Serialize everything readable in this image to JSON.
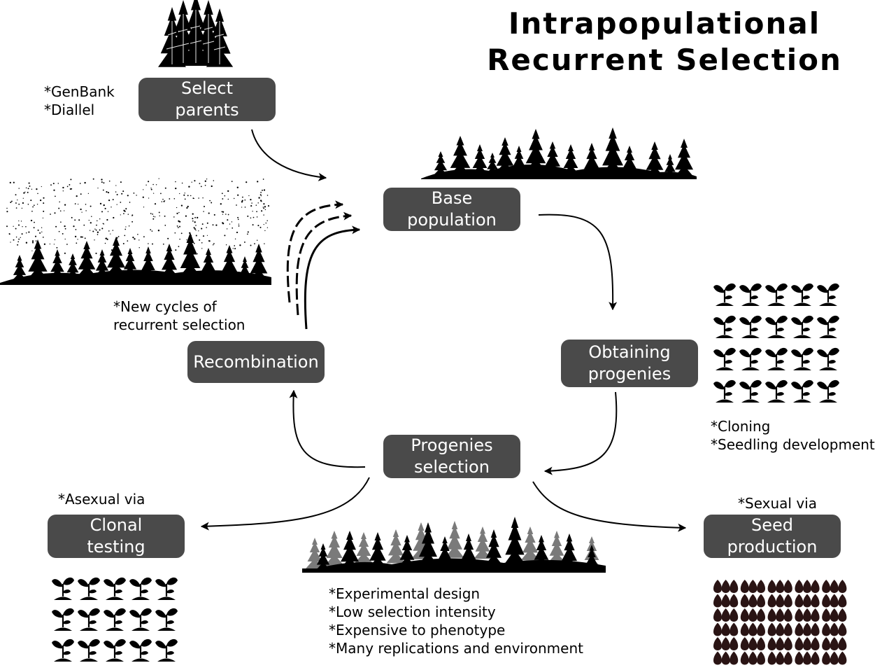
{
  "title": {
    "line1": "Intrapopulational",
    "line2": "Recurrent Selection"
  },
  "nodes": {
    "select_parents": "Select\nparents",
    "base_population": "Base\npopulation",
    "obtaining_progenies": "Obtaining\nprogenies",
    "progenies_selection": "Progenies\nselection",
    "recombination": "Recombination",
    "clonal_testing": "Clonal\ntesting",
    "seed_production": "Seed\nproduction"
  },
  "notes": {
    "genbank_diallel": "*GenBank\n*Diallel",
    "new_cycles": "*New cycles of\nrecurrent selection",
    "cloning_seedling": "*Cloning\n*Seedling development",
    "asexual": "*Asexual via",
    "sexual": "*Sexual via",
    "design_notes": "*Experimental design\n*Low selection intensity\n*Expensive to phenotype\n*Many replications and environment"
  },
  "colors": {
    "node_fill": "#4a4a4a",
    "node_text": "#ffffff",
    "ink": "#000000",
    "grey_tree": "#7a7a7a"
  },
  "icons": [
    "tree-cluster-icon",
    "forest-silhouette-icon",
    "pollen-dots-icon",
    "seedling-grid-icon",
    "seed-grid-icon",
    "mixed-forest-icon"
  ]
}
